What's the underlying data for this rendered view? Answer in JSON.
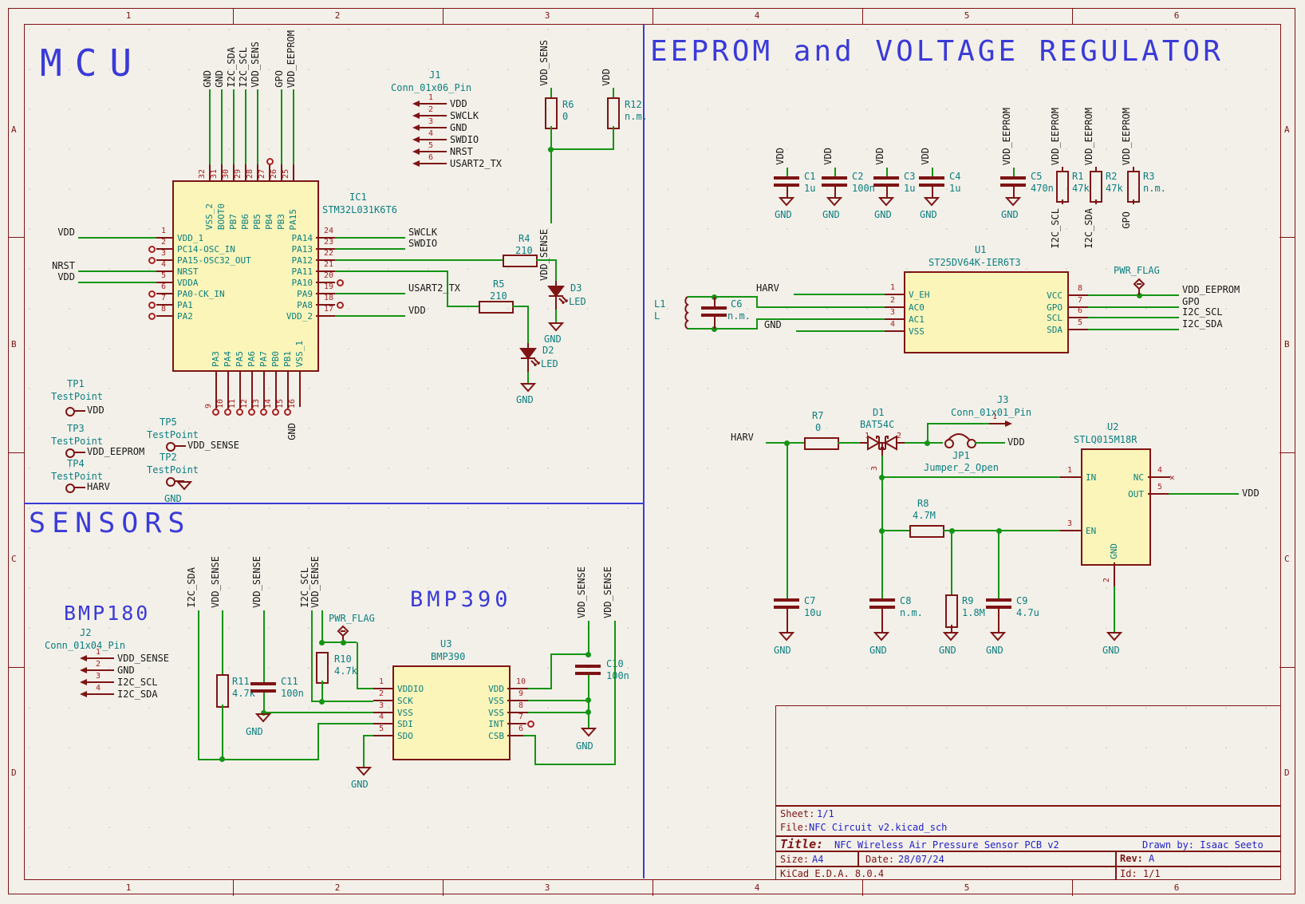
{
  "titles": {
    "mcu": "MCU",
    "sensors": "SENSORS",
    "eeprom_vreg": "EEPROM and VOLTAGE REGULATOR",
    "bmp180": "BMP180",
    "bmp390": "BMP390"
  },
  "frame": {
    "cols": [
      "1",
      "2",
      "3",
      "4",
      "5",
      "6"
    ],
    "rows": [
      "A",
      "B",
      "C",
      "D"
    ]
  },
  "nets": {
    "vdd": "VDD",
    "gnd": "GND",
    "nrst": "NRST",
    "swclk": "SWCLK",
    "swdio": "SWDIO",
    "usart2_tx": "USART2_TX",
    "vdd_sens": "VDD_SENS",
    "vdd_sense": "VDD_SENSE",
    "vdd_eeprom": "VDD_EEPROM",
    "i2c_sda": "I2C_SDA",
    "i2c_scl": "I2C_SCL",
    "gpo": "GPO",
    "harv": "HARV",
    "pwr_flag": "PWR_FLAG"
  },
  "mcu": {
    "ic1": {
      "ref": "IC1",
      "value": "STM32L031K6T6",
      "left_pins": [
        {
          "num": "1",
          "name": "VDD_1"
        },
        {
          "num": "2",
          "name": "PC14-OSC_IN"
        },
        {
          "num": "3",
          "name": "PA15-OSC32_OUT"
        },
        {
          "num": "4",
          "name": "NRST"
        },
        {
          "num": "5",
          "name": "VDDA"
        },
        {
          "num": "6",
          "name": "PA0-CK_IN"
        },
        {
          "num": "7",
          "name": "PA1"
        },
        {
          "num": "8",
          "name": "PA2"
        }
      ],
      "right_pins": [
        {
          "num": "24",
          "name": "PA14"
        },
        {
          "num": "23",
          "name": "PA13"
        },
        {
          "num": "22",
          "name": "PA12"
        },
        {
          "num": "21",
          "name": "PA11"
        },
        {
          "num": "20",
          "name": "PA10"
        },
        {
          "num": "19",
          "name": "PA9"
        },
        {
          "num": "18",
          "name": "PA8"
        },
        {
          "num": "17",
          "name": "VDD_2"
        }
      ],
      "top_pins": [
        {
          "num": "32",
          "name": "VSS_2"
        },
        {
          "num": "31",
          "name": "BOOT0"
        },
        {
          "num": "30",
          "name": "PB7"
        },
        {
          "num": "29",
          "name": "PB6"
        },
        {
          "num": "28",
          "name": "PB5"
        },
        {
          "num": "27",
          "name": "PB4"
        },
        {
          "num": "26",
          "name": "PB3"
        },
        {
          "num": "25",
          "name": "PA15"
        }
      ],
      "bottom_pins": [
        {
          "num": "9",
          "name": "PA3"
        },
        {
          "num": "10",
          "name": "PA4"
        },
        {
          "num": "11",
          "name": "PA5"
        },
        {
          "num": "12",
          "name": "PA6"
        },
        {
          "num": "13",
          "name": "PA7"
        },
        {
          "num": "14",
          "name": "PB0"
        },
        {
          "num": "15",
          "name": "PB1"
        },
        {
          "num": "16",
          "name": "VSS_1"
        }
      ]
    },
    "j1": {
      "ref": "J1",
      "value": "Conn_01x06_Pin",
      "pins": [
        {
          "num": "1",
          "net": "VDD"
        },
        {
          "num": "2",
          "net": "SWCLK"
        },
        {
          "num": "3",
          "net": "GND"
        },
        {
          "num": "4",
          "net": "SWDIO"
        },
        {
          "num": "5",
          "net": "NRST"
        },
        {
          "num": "6",
          "net": "USART2_TX"
        }
      ]
    },
    "r6": {
      "ref": "R6",
      "value": "0"
    },
    "r12": {
      "ref": "R12",
      "value": "n.m."
    },
    "r4": {
      "ref": "R4",
      "value": "210"
    },
    "r5": {
      "ref": "R5",
      "value": "210"
    },
    "d3": {
      "ref": "D3",
      "value": "LED"
    },
    "d2": {
      "ref": "D2",
      "value": "LED"
    },
    "tp1": {
      "ref": "TP1",
      "value": "TestPoint",
      "net": "VDD"
    },
    "tp3": {
      "ref": "TP3",
      "value": "TestPoint",
      "net": "VDD_EEPROM"
    },
    "tp4": {
      "ref": "TP4",
      "value": "TestPoint",
      "net": "HARV"
    },
    "tp5": {
      "ref": "TP5",
      "value": "TestPoint",
      "net": "VDD_SENSE"
    },
    "tp2": {
      "ref": "TP2",
      "value": "TestPoint",
      "net": "GND"
    }
  },
  "sensors": {
    "j2": {
      "ref": "J2",
      "value": "Conn_01x04_Pin",
      "pins": [
        {
          "num": "1",
          "net": "VDD_SENSE"
        },
        {
          "num": "2",
          "net": "GND"
        },
        {
          "num": "3",
          "net": "I2C_SCL"
        },
        {
          "num": "4",
          "net": "I2C_SDA"
        }
      ]
    },
    "r11": {
      "ref": "R11",
      "value": "4.7k"
    },
    "c11": {
      "ref": "C11",
      "value": "100n"
    },
    "r10": {
      "ref": "R10",
      "value": "4.7k"
    },
    "c10": {
      "ref": "C10",
      "value": "100n"
    },
    "u3": {
      "ref": "U3",
      "value": "BMP390",
      "left_pins": [
        {
          "num": "1",
          "name": "VDDIO"
        },
        {
          "num": "2",
          "name": "SCK"
        },
        {
          "num": "3",
          "name": "VSS"
        },
        {
          "num": "4",
          "name": "SDI"
        },
        {
          "num": "5",
          "name": "SDO"
        }
      ],
      "right_pins": [
        {
          "num": "10",
          "name": "VDD"
        },
        {
          "num": "9",
          "name": "VSS"
        },
        {
          "num": "8",
          "name": "VSS"
        },
        {
          "num": "7",
          "name": "INT"
        },
        {
          "num": "6",
          "name": "CSB"
        }
      ]
    }
  },
  "eeprom": {
    "c1": {
      "ref": "C1",
      "value": "1u"
    },
    "c2": {
      "ref": "C2",
      "value": "100n"
    },
    "c3": {
      "ref": "C3",
      "value": "1u"
    },
    "c4": {
      "ref": "C4",
      "value": "1u"
    },
    "c5": {
      "ref": "C5",
      "value": "470n"
    },
    "r1": {
      "ref": "R1",
      "value": "47k"
    },
    "r2": {
      "ref": "R2",
      "value": "47k"
    },
    "r3": {
      "ref": "R3",
      "value": "n.m."
    },
    "u1": {
      "ref": "U1",
      "value": "ST25DV64K-IER6T3",
      "left_pins": [
        {
          "num": "1",
          "name": "V_EH"
        },
        {
          "num": "2",
          "name": "AC0"
        },
        {
          "num": "3",
          "name": "AC1"
        },
        {
          "num": "4",
          "name": "VSS"
        }
      ],
      "right_pins": [
        {
          "num": "8",
          "name": "VCC"
        },
        {
          "num": "7",
          "name": "GPO"
        },
        {
          "num": "6",
          "name": "SCL"
        },
        {
          "num": "5",
          "name": "SDA"
        }
      ]
    },
    "l1": {
      "ref": "L1",
      "value": "L"
    },
    "c6": {
      "ref": "C6",
      "value": "n.m."
    },
    "r7": {
      "ref": "R7",
      "value": "0"
    },
    "d1": {
      "ref": "D1",
      "value": "BAT54C",
      "pins": [
        "1",
        "2",
        "3"
      ]
    },
    "j3": {
      "ref": "J3",
      "value": "Conn_01x01_Pin",
      "pin": "1"
    },
    "jp1": {
      "ref": "JP1",
      "value": "Jumper_2_Open"
    },
    "r8": {
      "ref": "R8",
      "value": "4.7M"
    },
    "u2": {
      "ref": "U2",
      "value": "STLQ015M18R",
      "in_num": "1",
      "in_name": "IN",
      "en_num": "3",
      "en_name": "EN",
      "nc_num": "4",
      "nc_name": "NC",
      "out_num": "5",
      "out_name": "OUT",
      "gnd_num": "2",
      "gnd_name": "GND"
    },
    "c7": {
      "ref": "C7",
      "value": "10u"
    },
    "c8": {
      "ref": "C8",
      "value": "n.m."
    },
    "r9": {
      "ref": "R9",
      "value": "1.8M"
    },
    "c9": {
      "ref": "C9",
      "value": "4.7u"
    }
  },
  "title_block": {
    "sheet_label": "Sheet:",
    "sheet": "1/1",
    "file_label": "File:",
    "file": "NFC Circuit v2.kicad_sch",
    "title_label": "Title:",
    "title": "NFC Wireless Air Pressure Sensor PCB v2",
    "drawn_by": "Drawn by: Isaac Seeto",
    "size_label": "Size:",
    "size": "A4",
    "date_label": "Date:",
    "date": "28/07/24",
    "rev_label": "Rev:",
    "rev": "A",
    "tool": "KiCad E.D.A. 8.0.4",
    "id": "Id: 1/1"
  }
}
